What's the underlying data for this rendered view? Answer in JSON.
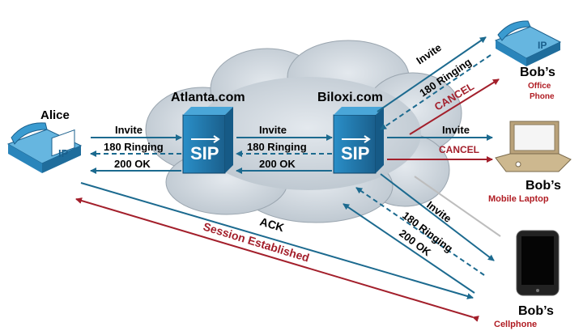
{
  "labels": {
    "atlanta": "Atlanta.com",
    "biloxi": "Biloxi.com",
    "alice": "Alice",
    "bob_office": "Bob’s",
    "office_phone_caption_1": "Office",
    "office_phone_caption_2": "Phone",
    "bob_laptop": "Bob’s",
    "laptop_caption": "Mobile Laptop",
    "bob_cell": "Bob’s",
    "cell_caption": "Cellphone",
    "sip": "SIP",
    "ip": "IP"
  },
  "messages": {
    "invite_alice": "Invite",
    "ringing_alice": "180 Ringing",
    "ok_alice": "200 OK",
    "invite_mid": "Invite",
    "ringing_mid": "180 Ringing",
    "ok_mid": "200 OK",
    "invite_office": "Invite",
    "ringing_office": "180 Ringing",
    "cancel_office": "CANCEL",
    "invite_laptop": "Invite",
    "cancel_laptop": "CANCEL",
    "invite_cell": "Invite",
    "ringing_cell": "180 Ringing",
    "ok_cell": "200 OK",
    "ack": "ACK",
    "session": "Session Established"
  },
  "colors": {
    "blue_arrow": "#1c6a8f",
    "red_arrow": "#a31f2b",
    "cloud": "#cfd6dc",
    "server": "#1f7fb8",
    "phone": "#3a9bd0",
    "caption_red": "#b01c23"
  }
}
